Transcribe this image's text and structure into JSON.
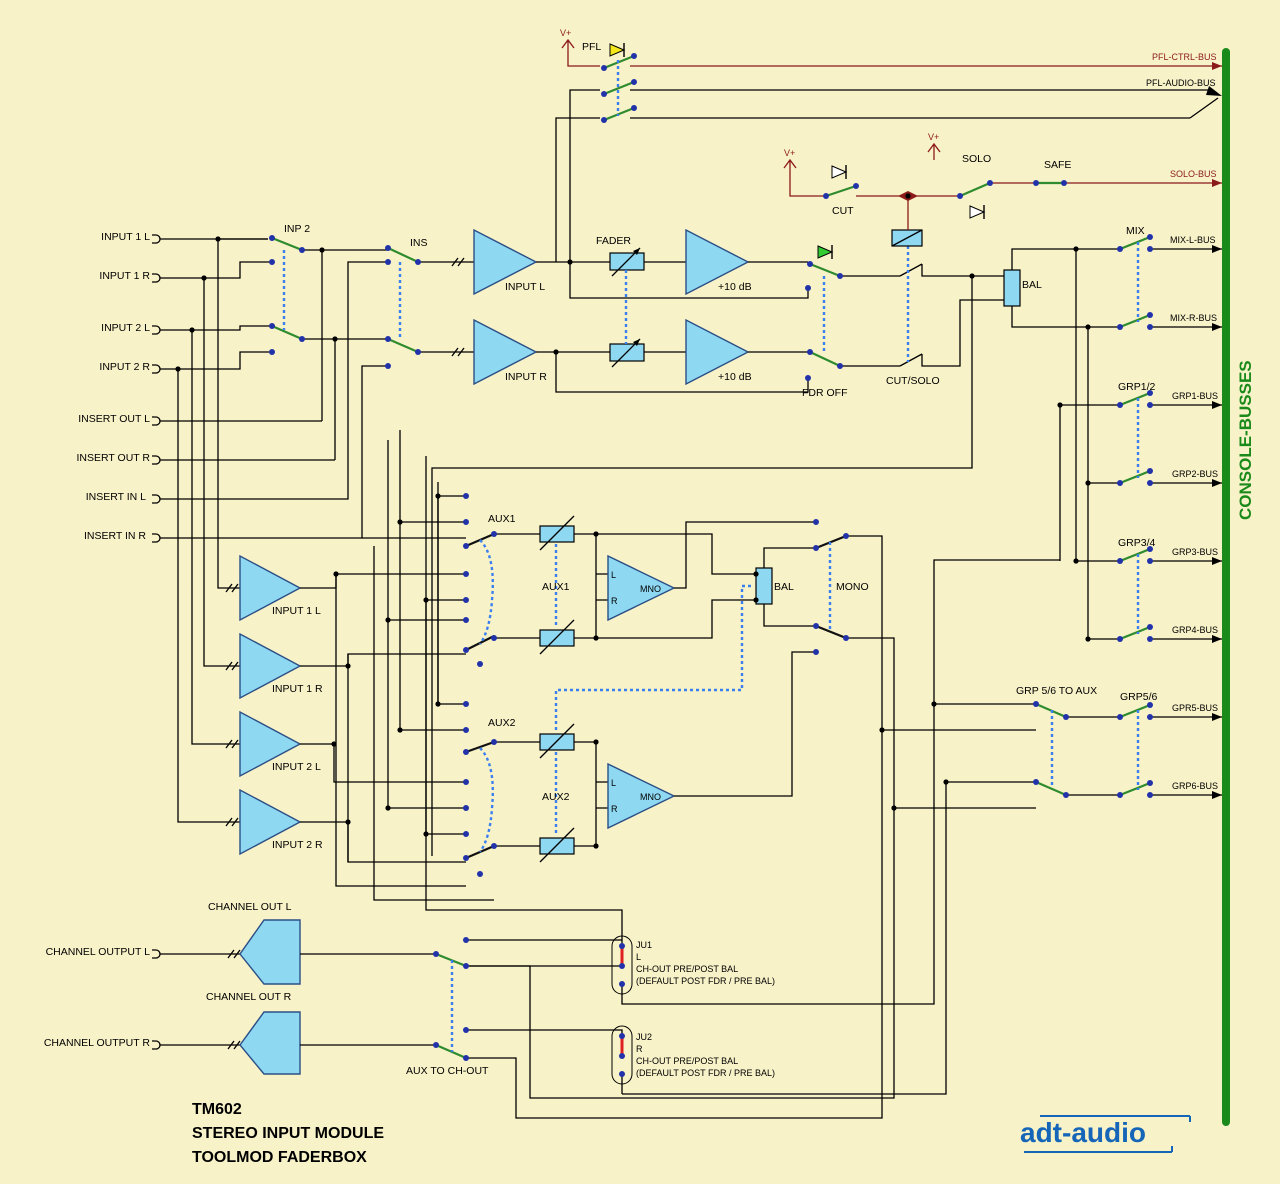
{
  "title": {
    "line1": "TM602",
    "line2": "STEREO INPUT MODULE",
    "line3": "TOOLMOD FADERBOX"
  },
  "brand": "adt-audio",
  "bus_label": "CONSOLE-BUSSES",
  "inputs": [
    "INPUT 1 L",
    "INPUT 1 R",
    "INPUT 2 L",
    "INPUT 2 R",
    "INSERT OUT L",
    "INSERT OUT R",
    "INSERT IN L",
    "INSERT IN R"
  ],
  "outputs": [
    "CHANNEL OUTPUT L",
    "CHANNEL OUTPUT R"
  ],
  "buses": [
    "PFL-CTRL-BUS",
    "PFL-AUDIO-BUS",
    "SOLO-BUS",
    "MIX-L-BUS",
    "MIX-R-BUS",
    "GRP1-BUS",
    "GRP2-BUS",
    "GRP3-BUS",
    "GRP4-BUS",
    "GPR5-BUS",
    "GRP6-BUS"
  ],
  "switches": {
    "pfl": "PFL",
    "inp2": "INP 2",
    "ins": "INS",
    "cut": "CUT",
    "solo": "SOLO",
    "safe": "SAFE",
    "mix": "MIX",
    "grp12": "GRP1/2",
    "grp34": "GRP3/4",
    "grp56_aux": "GRP 5/6 TO AUX",
    "grp56": "GRP5/6",
    "aux1": "AUX1",
    "aux2": "AUX2",
    "mono": "MONO",
    "aux_to_chout": "AUX TO CH-OUT",
    "fdr_off": "FDR OFF",
    "cut_solo": "CUT/SOLO"
  },
  "amps": {
    "input_l": "INPUT L",
    "input_r": "INPUT R",
    "plus10": "+10 dB",
    "in1l": "INPUT 1 L",
    "in1r": "INPUT 1 R",
    "in2l": "INPUT 2 L",
    "in2r": "INPUT 2 R",
    "mno": "MNO",
    "l": "L",
    "r": "R"
  },
  "misc": {
    "fader": "FADER",
    "bal": "BAL",
    "aux1_pot": "AUX1",
    "aux2_pot": "AUX2",
    "vplus": "V+",
    "chout_l": "CHANNEL OUT L",
    "chout_r": "CHANNEL OUT R"
  },
  "jumpers": {
    "ju1": "JU1",
    "ju1_ch": "L",
    "ju2": "JU2",
    "ju2_ch": "R",
    "desc1": "CH-OUT PRE/POST BAL",
    "desc2": "(DEFAULT POST FDR / PRE BAL)"
  },
  "colors": {
    "background": "#f8f2c8",
    "amp_fill": "#8fd8f2",
    "bus_bar": "#1a8a1a",
    "gang": "#3a7ff0",
    "switch": "#2e8b2e",
    "ctrl": "#8b1a1a",
    "brand": "#1565b8"
  }
}
